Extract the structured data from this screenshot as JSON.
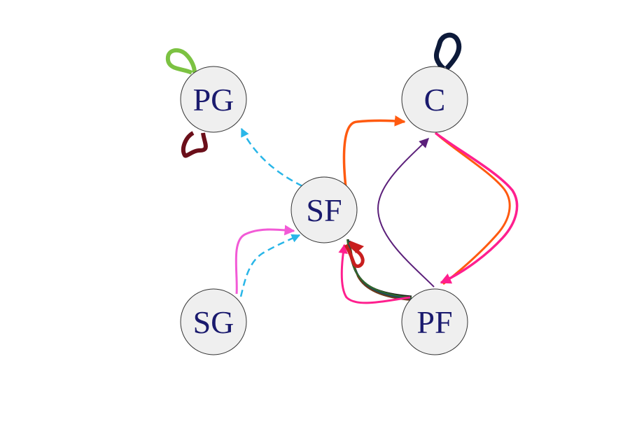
{
  "diagram": {
    "nodes": [
      {
        "id": "PG",
        "label": "PG"
      },
      {
        "id": "C",
        "label": "C"
      },
      {
        "id": "SF",
        "label": "SF"
      },
      {
        "id": "SG",
        "label": "SG"
      },
      {
        "id": "PF",
        "label": "PF"
      }
    ],
    "edges": [
      {
        "id": "sf-pg",
        "from": "SF",
        "to": "PG",
        "color": "#29b6e8",
        "style": "dashed"
      },
      {
        "id": "sf-c",
        "from": "SF",
        "to": "C",
        "color": "#ff5a10",
        "style": "solid"
      },
      {
        "id": "sg-sf-solid",
        "from": "SG",
        "to": "SF",
        "color": "#f25ad6",
        "style": "solid"
      },
      {
        "id": "sg-sf-dashed",
        "from": "SG",
        "to": "SF",
        "color": "#29b6e8",
        "style": "dashed"
      },
      {
        "id": "pf-c",
        "from": "PF",
        "to": "C",
        "color": "#5b1f7a",
        "style": "solid"
      },
      {
        "id": "c-pf-orange",
        "from": "C",
        "to": "PF",
        "color": "#ff5a10",
        "style": "solid"
      },
      {
        "id": "c-pf-pink",
        "from": "C",
        "to": "PF",
        "color": "#ff1f8e",
        "style": "solid"
      },
      {
        "id": "pf-sf-pink",
        "from": "PF",
        "to": "SF",
        "color": "#ff1f8e",
        "style": "solid"
      },
      {
        "id": "pf-sf-teal",
        "from": "PF",
        "to": "SF",
        "color": "#1f4a56",
        "style": "solid"
      },
      {
        "id": "pf-sf-brown",
        "from": "PF",
        "to": "SF",
        "color": "#6b3a1a",
        "style": "solid"
      },
      {
        "id": "pf-sf-green",
        "from": "PF",
        "to": "SF",
        "color": "#2f6b2a",
        "style": "solid"
      },
      {
        "id": "pf-sf-black",
        "from": "PF",
        "to": "SF",
        "color": "#1a1a1a",
        "style": "solid"
      }
    ],
    "self_loops": [
      {
        "id": "pg-loop-green",
        "node": "PG",
        "color": "#7cc242"
      },
      {
        "id": "pg-loop-maroon",
        "node": "PG",
        "color": "#6b0f1a"
      },
      {
        "id": "c-loop-navy",
        "node": "C",
        "color": "#0d1a3a"
      },
      {
        "id": "sf-loop-red",
        "node": "SF",
        "color": "#c81e1e"
      }
    ],
    "colors": {
      "node_fill": "#efefef",
      "node_stroke": "#333333",
      "node_text": "#1a1a6e"
    }
  }
}
